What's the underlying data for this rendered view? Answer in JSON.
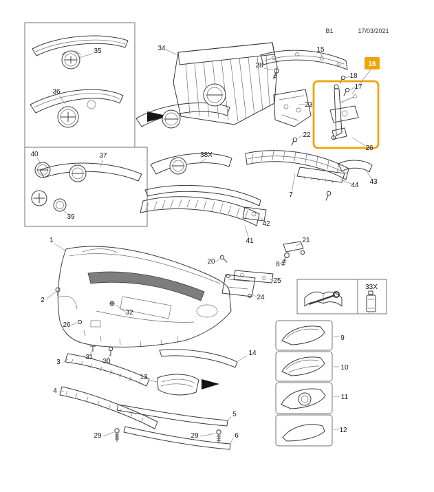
{
  "header": {
    "sheet_code": "B1",
    "date": "17/03/2021"
  },
  "highlight": {
    "part_label": "16",
    "color": "#F0A30A",
    "badge_text_color": "#FFFFFF"
  },
  "parts": {
    "p1": "1",
    "p2": "2",
    "p3": "3",
    "p4": "4",
    "p5": "5",
    "p6": "6",
    "p7": "7",
    "p8": "8",
    "p9": "9",
    "p10": "10",
    "p11": "11",
    "p12": "12",
    "p13": "13",
    "p14": "14",
    "p15": "15",
    "p16": "16",
    "p17": "17",
    "p18": "18",
    "p20": "20",
    "p21": "21",
    "p22": "22",
    "p23": "23",
    "p24": "24",
    "p25": "25",
    "p26": "26",
    "p26b": "26",
    "p28": "28",
    "p29a": "29",
    "p29b": "29",
    "p30": "30",
    "p31": "31",
    "p32": "32",
    "p33x": "33X",
    "p34": "34",
    "p35": "35",
    "p36": "36",
    "p37": "37",
    "p38x": "38X",
    "p39": "39",
    "p40": "40",
    "p41": "41",
    "p42": "42",
    "p43": "43",
    "p44": "44"
  },
  "icons": {
    "pointer_arrow": "solid black right-pointing triangle",
    "open_book": "open workshop-manual book",
    "wrench": "wrench laid across book",
    "spray_can": "adhesive can"
  }
}
